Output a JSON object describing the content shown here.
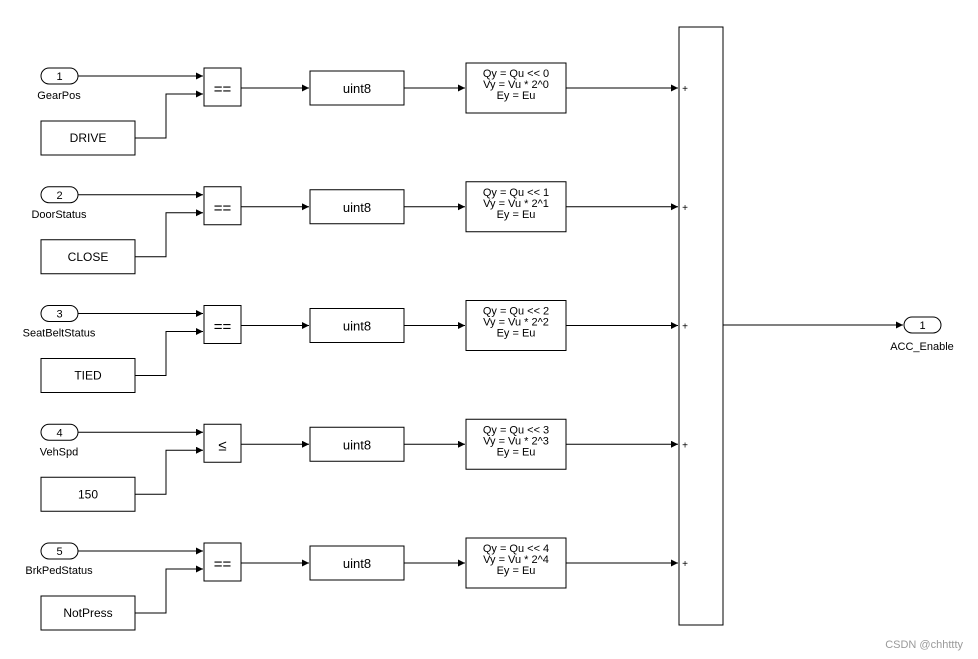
{
  "rows": [
    {
      "port": "1",
      "signal": "GearPos",
      "constant": "DRIVE",
      "operator": "==",
      "convert": "uint8",
      "shift_lines": [
        "Qy = Qu << 0",
        "Vy = Vu * 2^0",
        "Ey = Eu"
      ]
    },
    {
      "port": "2",
      "signal": "DoorStatus",
      "constant": "CLOSE",
      "operator": "==",
      "convert": "uint8",
      "shift_lines": [
        "Qy = Qu << 1",
        "Vy = Vu * 2^1",
        "Ey = Eu"
      ]
    },
    {
      "port": "3",
      "signal": "SeatBeltStatus",
      "constant": "TIED",
      "operator": "==",
      "convert": "uint8",
      "shift_lines": [
        "Qy = Qu << 2",
        "Vy = Vu * 2^2",
        "Ey = Eu"
      ]
    },
    {
      "port": "4",
      "signal": "VehSpd",
      "constant": "150",
      "operator": "≤",
      "convert": "uint8",
      "shift_lines": [
        "Qy = Qu << 3",
        "Vy = Vu * 2^3",
        "Ey = Eu"
      ]
    },
    {
      "port": "5",
      "signal": "BrkPedStatus",
      "constant": "NotPress",
      "operator": "==",
      "convert": "uint8",
      "shift_lines": [
        "Qy = Qu << 4",
        "Vy = Vu * 2^4",
        "Ey = Eu"
      ]
    }
  ],
  "sum_signs": [
    "+",
    "+",
    "+",
    "+",
    "+"
  ],
  "output": {
    "port": "1",
    "signal": "ACC_Enable"
  },
  "watermark": "CSDN @chhttty"
}
